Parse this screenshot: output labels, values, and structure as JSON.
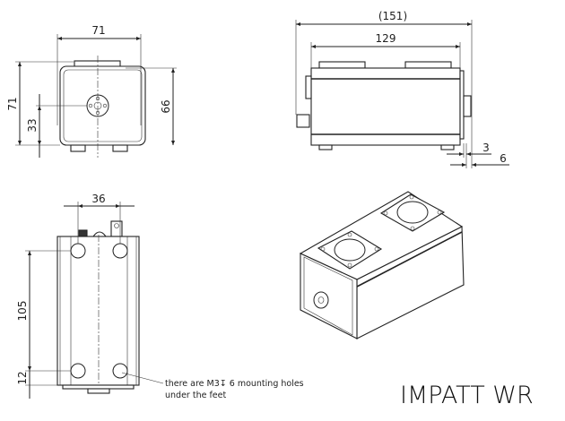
{
  "title": "IMPATT WR",
  "front_view": {
    "width_dim": "71",
    "height_dim": "71",
    "center_height_dim": "33",
    "body_height_dim": "66"
  },
  "side_view": {
    "overall_length_dim": "(151)",
    "body_length_dim": "129",
    "flange_dim": "3",
    "knob_dim": "6"
  },
  "bottom_view": {
    "hole_spacing_width_dim": "36",
    "hole_spacing_length_dim": "105",
    "hole_offset_dim": "12",
    "note_line1": "there are M3↧ 6 mounting holes",
    "note_line2": "under the feet"
  }
}
